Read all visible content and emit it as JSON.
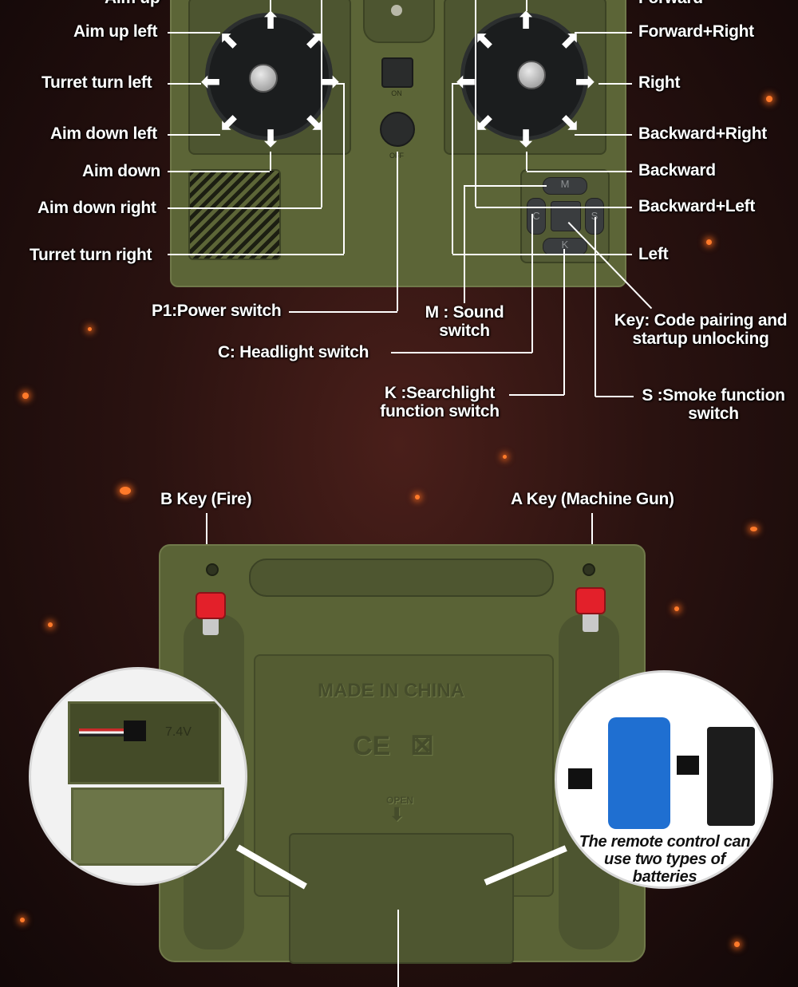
{
  "labels": {
    "aim_up": "Aim up",
    "aim_up_left": "Aim up left",
    "turret_turn_left": "Turret turn left",
    "aim_down_left": "Aim down left",
    "aim_down": "Aim down",
    "aim_down_right": "Aim down right",
    "turret_turn_right": "Turret turn right",
    "forward": "Forward",
    "forward_right": "Forward+Right",
    "right": "Right",
    "backward_right": "Backward+Right",
    "backward": "Backward",
    "backward_left": "Backward+Left",
    "left": "Left",
    "power_switch": "P1:Power switch",
    "sound_switch_line1": "M : Sound",
    "sound_switch_line2": "switch",
    "key_line1": "Key: Code pairing and",
    "key_line2": "startup unlocking",
    "headlight_switch": "C: Headlight switch",
    "searchlight_line1": "K :Searchlight",
    "searchlight_line2": "function switch",
    "smoke_line1": "S :Smoke function",
    "smoke_line2": "switch",
    "b_key": "B Key (Fire)",
    "a_key": "A Key (Machine Gun)",
    "battery_line1": "The remote control can",
    "battery_line2": "use two types of",
    "battery_line3": "batteries"
  },
  "device": {
    "on_text": "ON",
    "off_text": "OFF",
    "btn_m": "M",
    "btn_k": "K",
    "btn_c": "C",
    "btn_s": "S",
    "made_in": "MADE IN CHINA",
    "ce_mark": "CE",
    "open_text": "OPEN",
    "voltage": "7.4V"
  },
  "colors": {
    "remote_body": "#5c6537",
    "label_text": "#ffffff",
    "fire_button": "#e3202a",
    "battery_blue": "#1f6fd1"
  }
}
